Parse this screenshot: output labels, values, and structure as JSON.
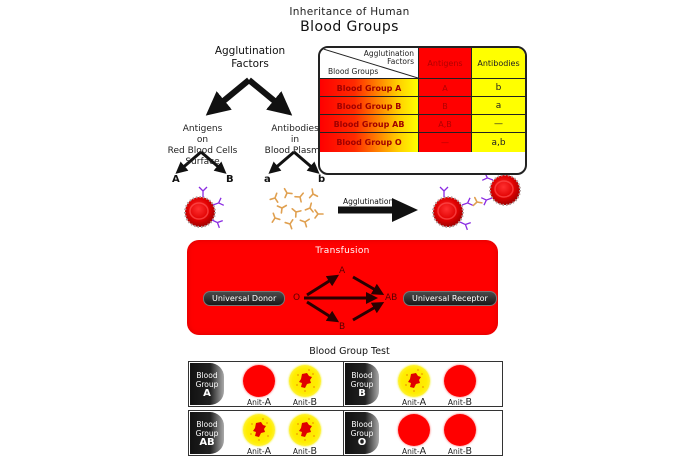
{
  "header": {
    "subtitle": "Inheritance of Human",
    "title": "Blood Groups"
  },
  "agglutination_tree": {
    "root": [
      "Agglutination",
      "Factors"
    ],
    "left": {
      "lines": [
        "Antigens",
        "on",
        "Red Blood Cells Surface"
      ],
      "children": [
        "A",
        "B"
      ]
    },
    "right": {
      "lines": [
        "Antibodies",
        "in",
        "Blood Plasma"
      ],
      "children": [
        "a",
        "b"
      ]
    }
  },
  "table": {
    "corner_top": [
      "Agglutination",
      "Factors"
    ],
    "corner_bottom": "Blood Groups",
    "col_antigens": "Antigens",
    "col_antibodies": "Antibodies",
    "rows": [
      {
        "group": "Blood Group A",
        "antigens": "A",
        "antibodies": "b"
      },
      {
        "group": "Blood Group B",
        "antigens": "B",
        "antibodies": "a"
      },
      {
        "group": "Blood Group AB",
        "antigens": "A,B",
        "antibodies": "—"
      },
      {
        "group": "Blood Group O",
        "antigens": "—",
        "antibodies": "a,b"
      }
    ]
  },
  "agglutination_arrow_label": "Agglutination",
  "transfusion": {
    "title": "Transfusion",
    "donor": "Universal Donor",
    "receptor": "Universal Receptor",
    "nodes": {
      "o": "O",
      "a": "A",
      "b": "B",
      "ab": "AB"
    }
  },
  "test": {
    "title": "Blood Group Test",
    "label_prefix": [
      "Blood",
      "Group"
    ],
    "anti_prefix": "Anit-",
    "panels": [
      {
        "group": "A",
        "anti_a": "A",
        "anti_b": "B",
        "anti_a_agglutinated": false,
        "anti_b_agglutinated": true
      },
      {
        "group": "B",
        "anti_a": "A",
        "anti_b": "B",
        "anti_a_agglutinated": true,
        "anti_b_agglutinated": false
      },
      {
        "group": "AB",
        "anti_a": "A",
        "anti_b": "B",
        "anti_a_agglutinated": true,
        "anti_b_agglutinated": true
      },
      {
        "group": "O",
        "anti_a": "A",
        "anti_b": "B",
        "anti_a_agglutinated": false,
        "anti_b_agglutinated": false
      }
    ]
  },
  "colors": {
    "red": "#ff0000",
    "yellow": "#ffff00",
    "black": "#111111",
    "antibody": "#e0a050",
    "antigen": "#8a2be2"
  }
}
